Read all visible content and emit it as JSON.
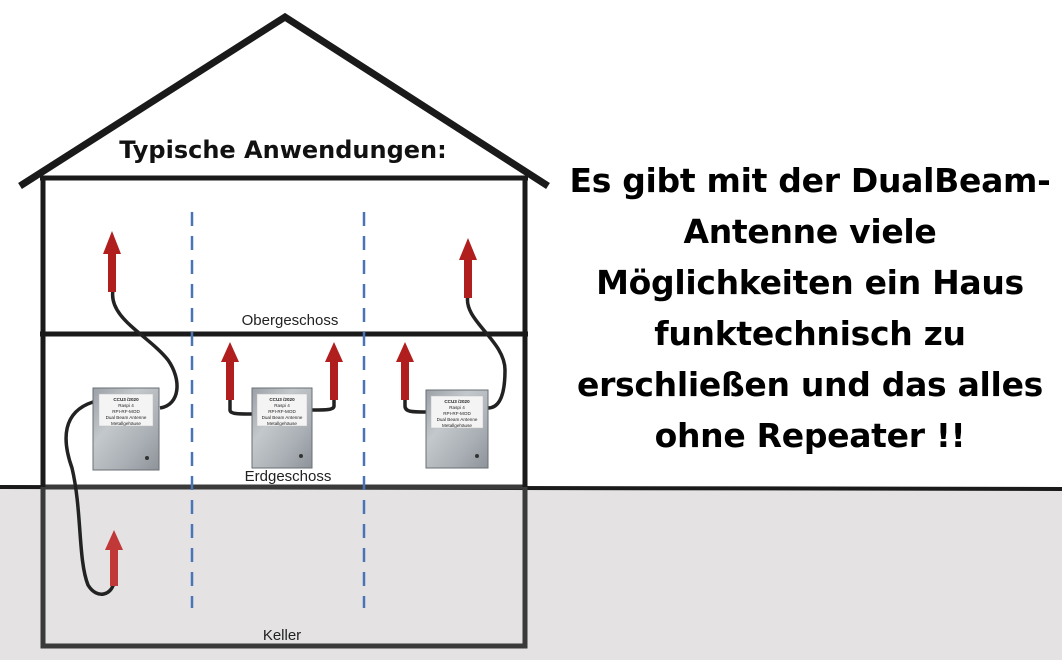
{
  "title": "Typische Anwendungen:",
  "floors": {
    "upper": "Obergeschoss",
    "ground": "Erdgeschoss",
    "basement": "Keller"
  },
  "device_label": {
    "line1": "CCU3 /2020",
    "line2": "Raspi 4",
    "line3": "RPI-RF-MOD",
    "line4": "Dual Beam Antenne",
    "line5": "Metallgehäuse"
  },
  "headline_lines": [
    "Es gibt mit der DualBeam-",
    "Antenne viele",
    "Möglichkeiten ein Haus",
    "funktechnisch zu",
    "erschließen und das alles",
    "ohne Repeater !!"
  ],
  "colors": {
    "house_outline": "#1a1a1a",
    "ground_fill": "#e4e2e3",
    "divider": "#4a74b8",
    "arrow": "#b01e1e",
    "arrow_basement": "#c03838",
    "cable": "#222222"
  },
  "icons": [
    "antenna-arrow-icon",
    "metal-case-device-icon"
  ]
}
